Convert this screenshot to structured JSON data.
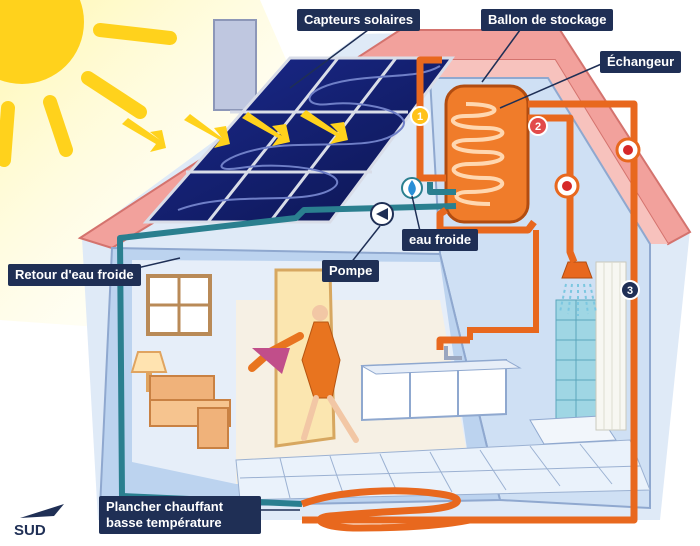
{
  "labels": {
    "capteurs": "Capteurs solaires",
    "ballon": "Ballon de stockage",
    "echangeur": "Échangeur",
    "eau_froide": "eau froide",
    "retour": "Retour d'eau froide",
    "pompe": "Pompe",
    "plancher_line1": "Plancher chauffant",
    "plancher_line2": "basse température",
    "sud": "SUD"
  },
  "markers": [
    "1",
    "2",
    "3"
  ],
  "colors": {
    "label_bg": "#1f2f55",
    "pipe_hot": "#e8681e",
    "pipe_cold": "#2a7f8f",
    "sun": "#ffd21c",
    "roof": "#f2a19c",
    "wall": "#bcd3ef"
  }
}
